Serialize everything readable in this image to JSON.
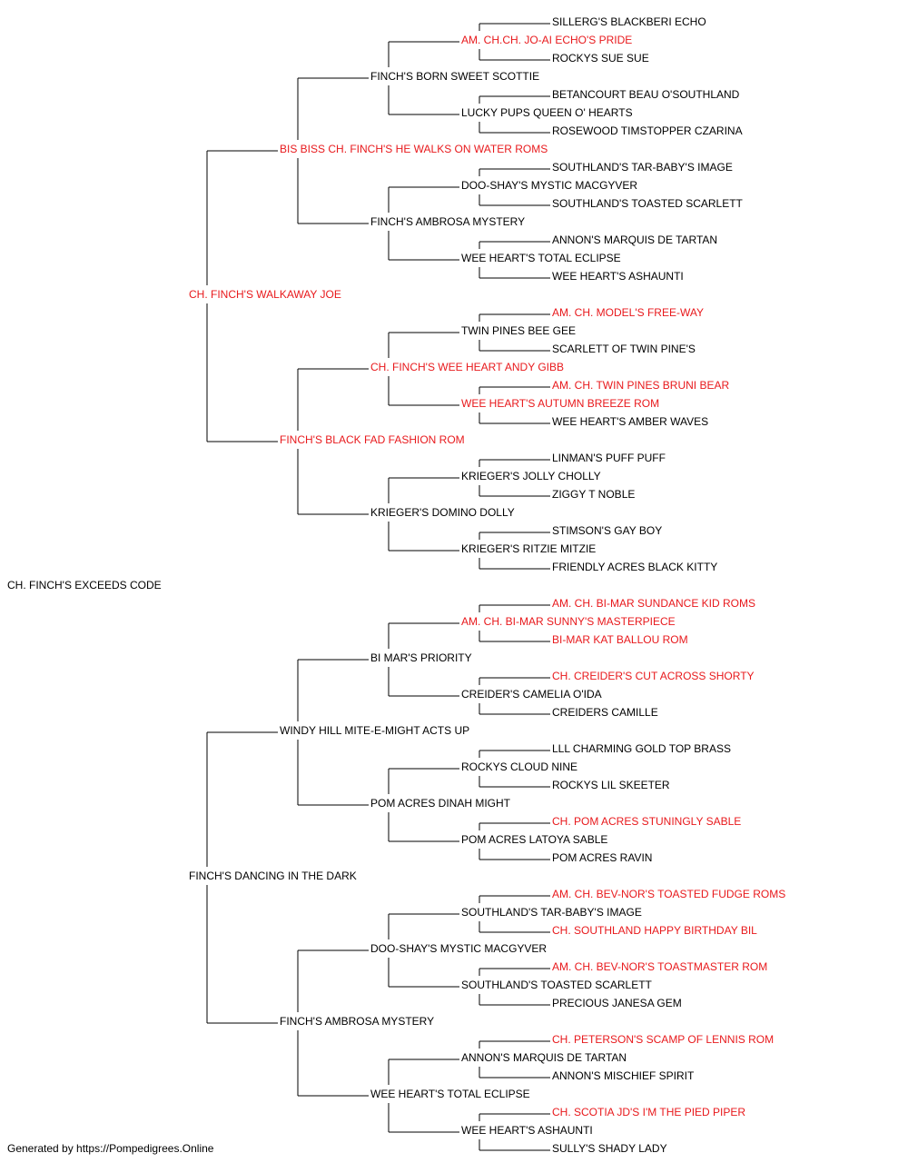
{
  "subject": "CH. FINCH'S EXCEEDS CODE",
  "footer": "Generated by https://Pompedigrees.Online",
  "colors": {
    "champion": "#e8191c",
    "normal": "#000000",
    "line": "#000000"
  },
  "pedigree": [
    {
      "name": "CH. FINCH'S WALKAWAY JOE",
      "champion": true
    },
    {
      "name": "FINCH'S DANCING IN THE DARK",
      "champion": false
    },
    {
      "name": "BIS BISS CH. FINCH'S HE WALKS ON WATER ROMS",
      "champion": true
    },
    {
      "name": "FINCH'S BLACK FAD FASHION ROM",
      "champion": true
    },
    {
      "name": "WINDY HILL MITE-E-MIGHT ACTS UP",
      "champion": false
    },
    {
      "name": "FINCH'S AMBROSA MYSTERY",
      "champion": false
    },
    {
      "name": "FINCH'S BORN SWEET SCOTTIE",
      "champion": false
    },
    {
      "name": "FINCH'S AMBROSA MYSTERY",
      "champion": false
    },
    {
      "name": "CH. FINCH'S WEE HEART ANDY GIBB",
      "champion": true
    },
    {
      "name": "KRIEGER'S DOMINO DOLLY",
      "champion": false
    },
    {
      "name": "BI MAR'S PRIORITY",
      "champion": false
    },
    {
      "name": "POM ACRES DINAH MIGHT",
      "champion": false
    },
    {
      "name": "DOO-SHAY'S MYSTIC MACGYVER",
      "champion": false
    },
    {
      "name": "WEE HEART'S TOTAL ECLIPSE",
      "champion": false
    },
    {
      "name": "AM. CH.CH. JO-AI ECHO'S PRIDE",
      "champion": true
    },
    {
      "name": "LUCKY PUPS QUEEN O' HEARTS",
      "champion": false
    },
    {
      "name": "DOO-SHAY'S MYSTIC MACGYVER",
      "champion": false
    },
    {
      "name": "WEE HEART'S TOTAL ECLIPSE",
      "champion": false
    },
    {
      "name": "TWIN PINES BEE GEE",
      "champion": false
    },
    {
      "name": "WEE HEART'S AUTUMN BREEZE ROM",
      "champion": true
    },
    {
      "name": "KRIEGER'S JOLLY CHOLLY",
      "champion": false
    },
    {
      "name": "KRIEGER'S RITZIE MITZIE",
      "champion": false
    },
    {
      "name": "AM. CH. BI-MAR SUNNY'S MASTERPIECE",
      "champion": true
    },
    {
      "name": "CREIDER'S CAMELIA O'IDA",
      "champion": false
    },
    {
      "name": "ROCKYS CLOUD NINE",
      "champion": false
    },
    {
      "name": "POM ACRES LATOYA SABLE",
      "champion": false
    },
    {
      "name": "SOUTHLAND'S TAR-BABY'S IMAGE",
      "champion": false
    },
    {
      "name": "SOUTHLAND'S TOASTED SCARLETT",
      "champion": false
    },
    {
      "name": "ANNON'S MARQUIS DE TARTAN",
      "champion": false
    },
    {
      "name": "WEE HEART'S ASHAUNTI",
      "champion": false
    },
    {
      "name": "SILLERG'S BLACKBERI ECHO",
      "champion": false
    },
    {
      "name": "ROCKYS SUE SUE",
      "champion": false
    },
    {
      "name": "BETANCOURT BEAU O'SOUTHLAND",
      "champion": false
    },
    {
      "name": "ROSEWOOD TIMSTOPPER CZARINA",
      "champion": false
    },
    {
      "name": "SOUTHLAND'S TAR-BABY'S IMAGE",
      "champion": false
    },
    {
      "name": "SOUTHLAND'S TOASTED SCARLETT",
      "champion": false
    },
    {
      "name": "ANNON'S MARQUIS DE TARTAN",
      "champion": false
    },
    {
      "name": "WEE HEART'S ASHAUNTI",
      "champion": false
    },
    {
      "name": "AM. CH. MODEL'S FREE-WAY",
      "champion": true
    },
    {
      "name": "SCARLETT OF TWIN PINE'S",
      "champion": false
    },
    {
      "name": "AM. CH. TWIN PINES BRUNI BEAR",
      "champion": true
    },
    {
      "name": "WEE HEART'S AMBER WAVES",
      "champion": false
    },
    {
      "name": "LINMAN'S PUFF PUFF",
      "champion": false
    },
    {
      "name": "ZIGGY T NOBLE",
      "champion": false
    },
    {
      "name": "STIMSON'S GAY BOY",
      "champion": false
    },
    {
      "name": "FRIENDLY ACRES BLACK KITTY",
      "champion": false
    },
    {
      "name": "AM. CH. BI-MAR SUNDANCE KID ROMS",
      "champion": true
    },
    {
      "name": "BI-MAR KAT BALLOU ROM",
      "champion": true
    },
    {
      "name": "CH. CREIDER'S CUT ACROSS SHORTY",
      "champion": true
    },
    {
      "name": "CREIDERS CAMILLE",
      "champion": false
    },
    {
      "name": "LLL CHARMING GOLD TOP BRASS",
      "champion": false
    },
    {
      "name": "ROCKYS LIL SKEETER",
      "champion": false
    },
    {
      "name": "CH. POM ACRES STUNINGLY SABLE",
      "champion": true
    },
    {
      "name": "POM ACRES RAVIN",
      "champion": false
    },
    {
      "name": "AM. CH. BEV-NOR'S TOASTED FUDGE ROMS",
      "champion": true
    },
    {
      "name": "CH. SOUTHLAND HAPPY BIRTHDAY BIL",
      "champion": true
    },
    {
      "name": "AM. CH. BEV-NOR'S TOASTMASTER ROM",
      "champion": true
    },
    {
      "name": "PRECIOUS JANESA GEM",
      "champion": false
    },
    {
      "name": "CH. PETERSON'S SCAMP OF LENNIS ROM",
      "champion": true
    },
    {
      "name": "ANNON'S MISCHIEF SPIRIT",
      "champion": false
    },
    {
      "name": "CH. SCOTIA JD'S I'M THE PIED PIPER",
      "champion": true
    },
    {
      "name": "SULLY'S SHADY LADY",
      "champion": false
    }
  ]
}
